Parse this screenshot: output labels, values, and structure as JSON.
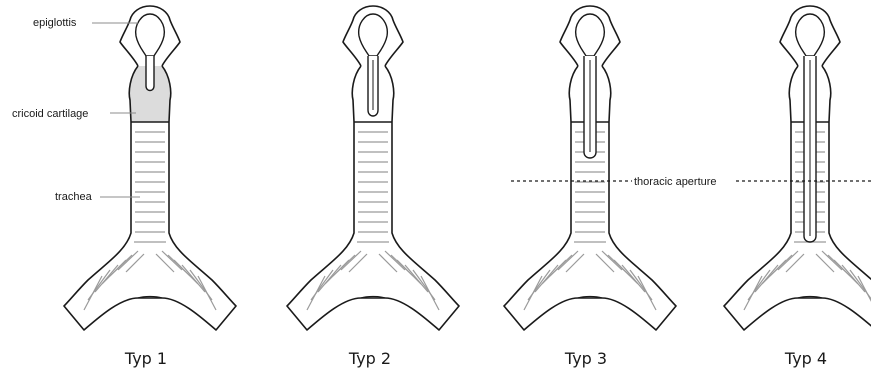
{
  "labels": {
    "epiglottis": "epiglottis",
    "cricoid": "cricoid cartilage",
    "trachea": "trachea",
    "thoracic": "thoracic aperture"
  },
  "panels": [
    {
      "caption": "Typ 1",
      "tube_depth": "larynx"
    },
    {
      "caption": "Typ 2",
      "tube_depth": "cricoid cartilage"
    },
    {
      "caption": "Typ 3",
      "tube_depth": "upper trachea"
    },
    {
      "caption": "Typ 4",
      "tube_depth": "below thoracic aperture"
    }
  ],
  "colors": {
    "outline": "#1a1a1a",
    "cartilage_fill": "#dcdcdc",
    "ring": "#9a9a9a",
    "leader": "#8c8c8c"
  }
}
